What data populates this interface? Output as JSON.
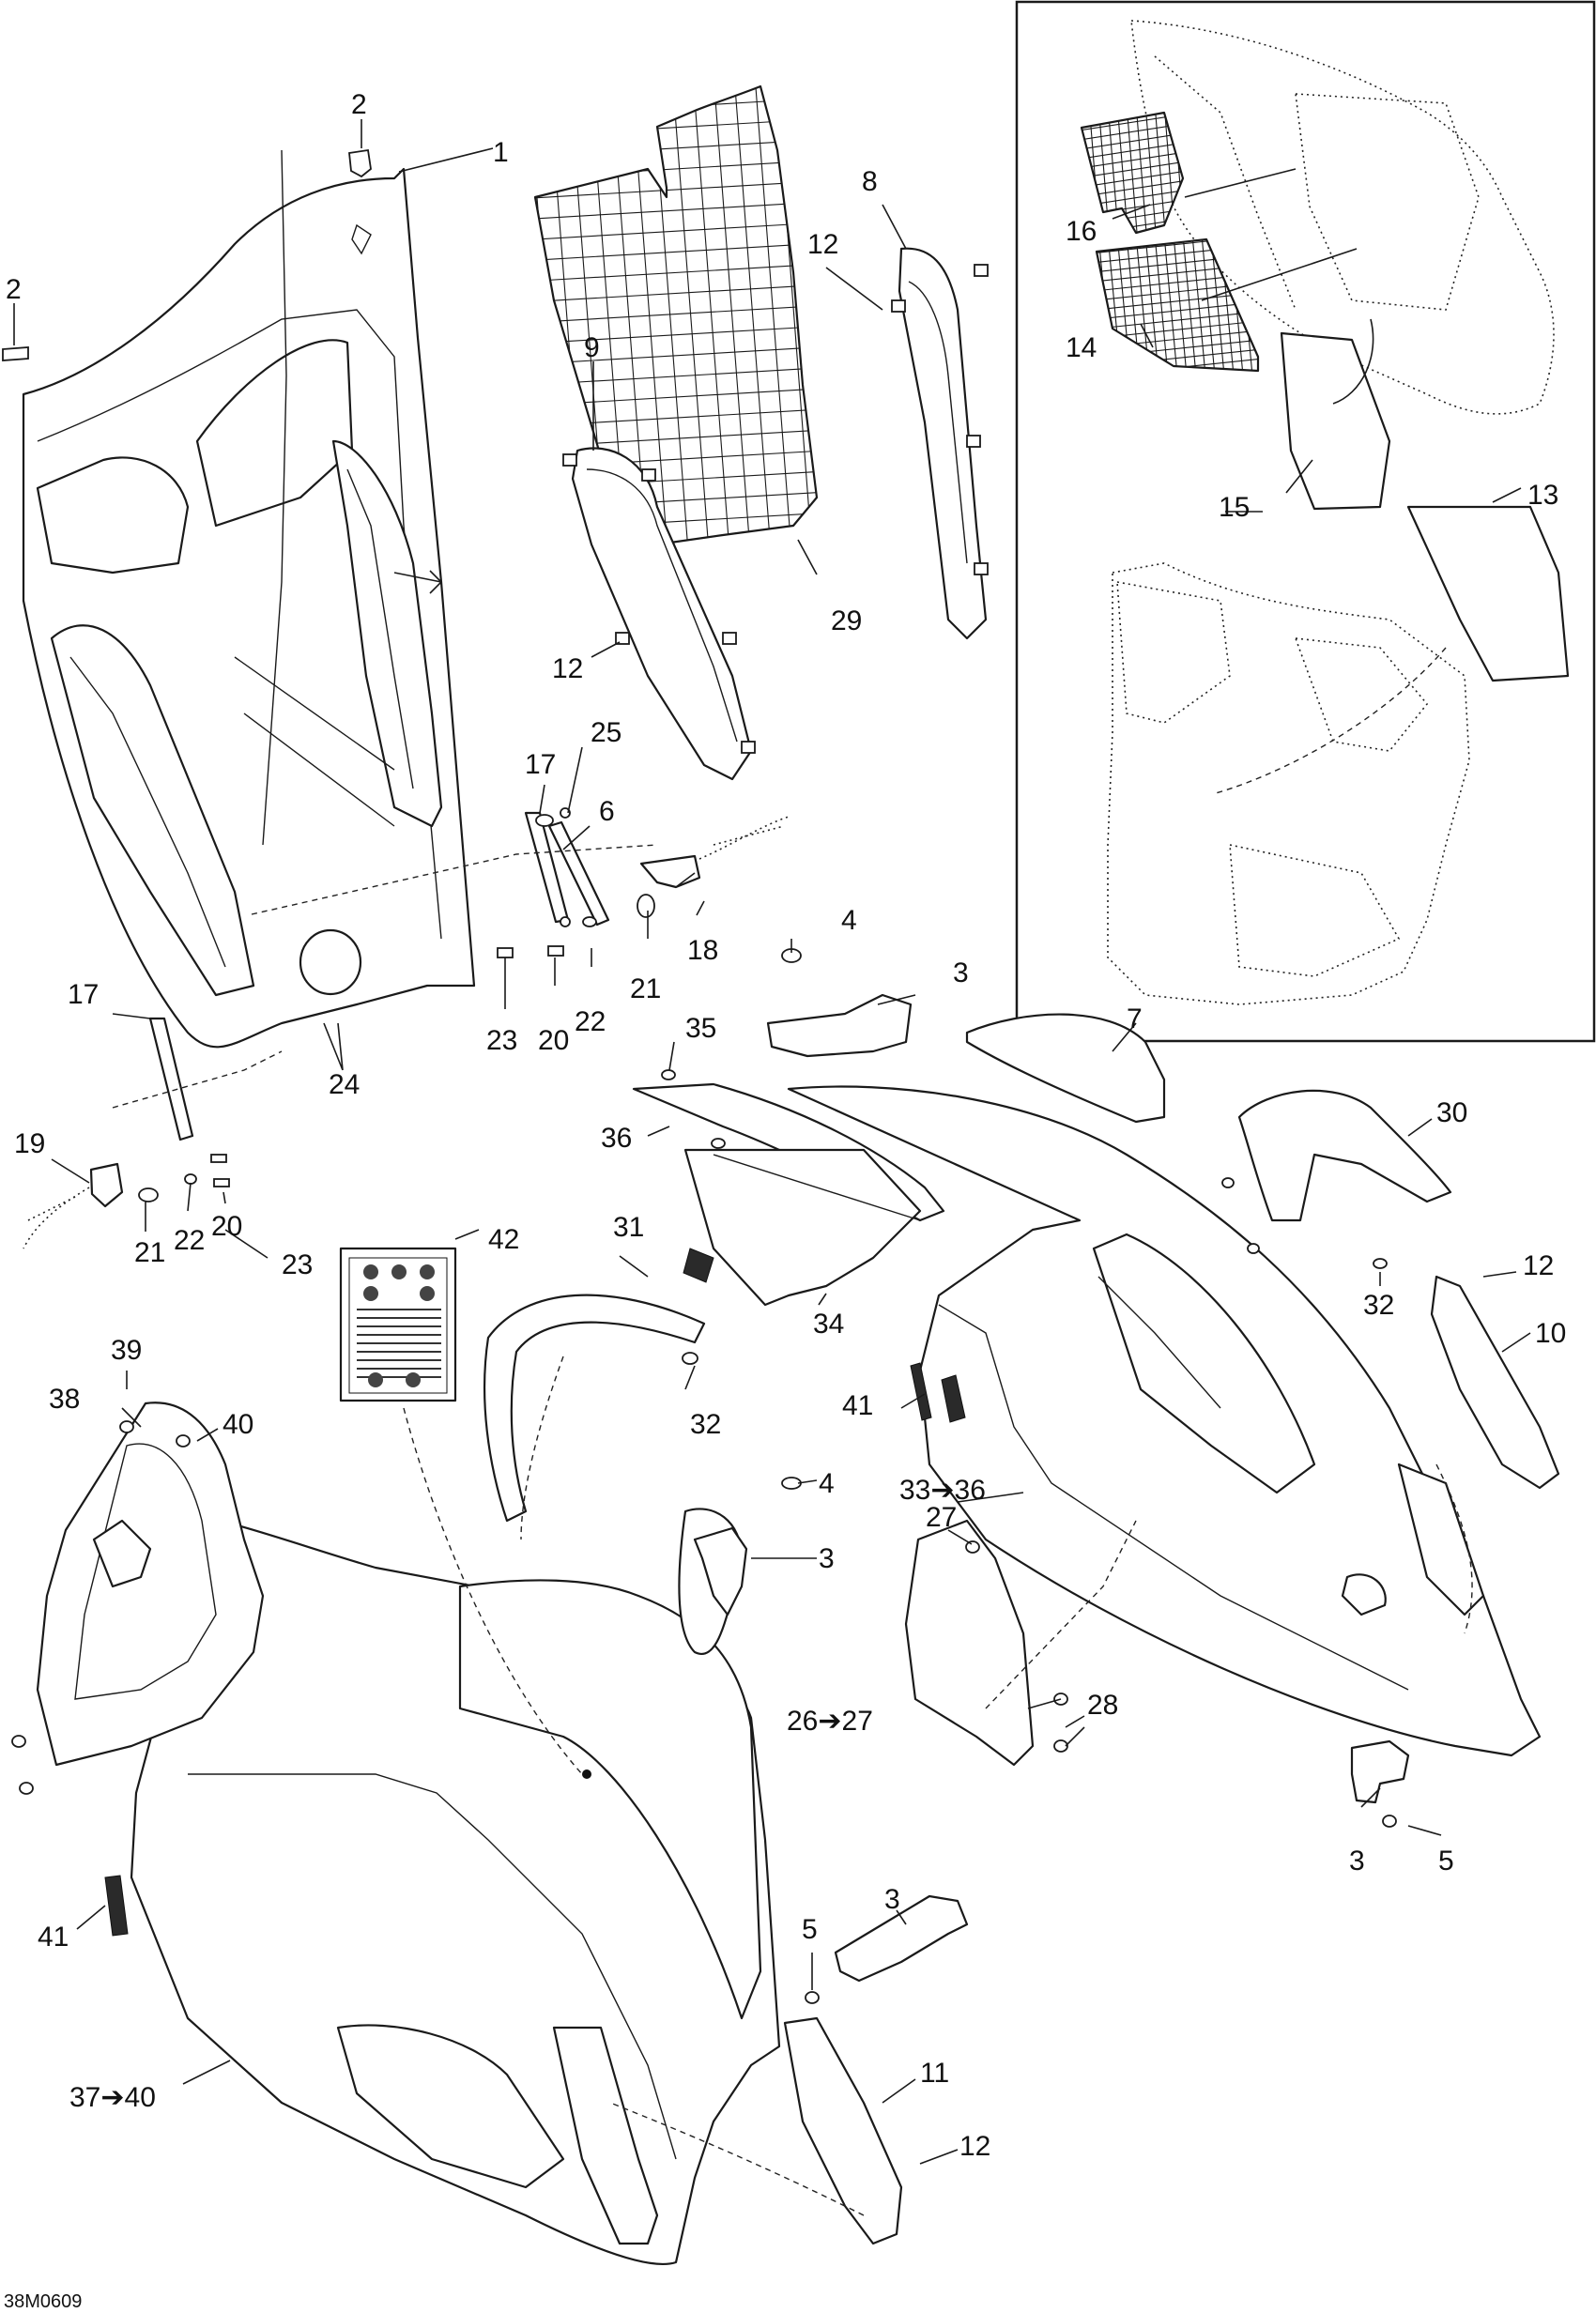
{
  "diagram": {
    "drawing_code": "38M0609",
    "arrow_symbol": "➔",
    "callouts": {
      "c1": "1",
      "c2a": "2",
      "c2b": "2",
      "c3a": "3",
      "c3b": "3",
      "c3c": "3",
      "c3d": "3",
      "c4a": "4",
      "c4b": "4",
      "c5a": "5",
      "c5b": "5",
      "c6": "6",
      "c7": "7",
      "c8": "8",
      "c9": "9",
      "c10": "10",
      "c11": "11",
      "c12a": "12",
      "c12b": "12",
      "c12c": "12",
      "c12d": "12",
      "c13": "13",
      "c14": "14",
      "c15": "15",
      "c16": "16",
      "c17a": "17",
      "c17b": "17",
      "c18": "18",
      "c19": "19",
      "c20a": "20",
      "c20b": "20",
      "c21a": "21",
      "c21b": "21",
      "c22a": "22",
      "c22b": "22",
      "c23a": "23",
      "c23b": "23",
      "c24": "24",
      "c25": "25",
      "c26": "26➔27",
      "c27": "27",
      "c28": "28",
      "c29": "29",
      "c30": "30",
      "c31": "31",
      "c32a": "32",
      "c32b": "32",
      "c33": "33➔36",
      "c34": "34",
      "c35": "35",
      "c36": "36",
      "c37": "37➔40",
      "c38": "38",
      "c39": "39",
      "c40": "40",
      "c41a": "41",
      "c41b": "41",
      "c42": "42"
    }
  }
}
